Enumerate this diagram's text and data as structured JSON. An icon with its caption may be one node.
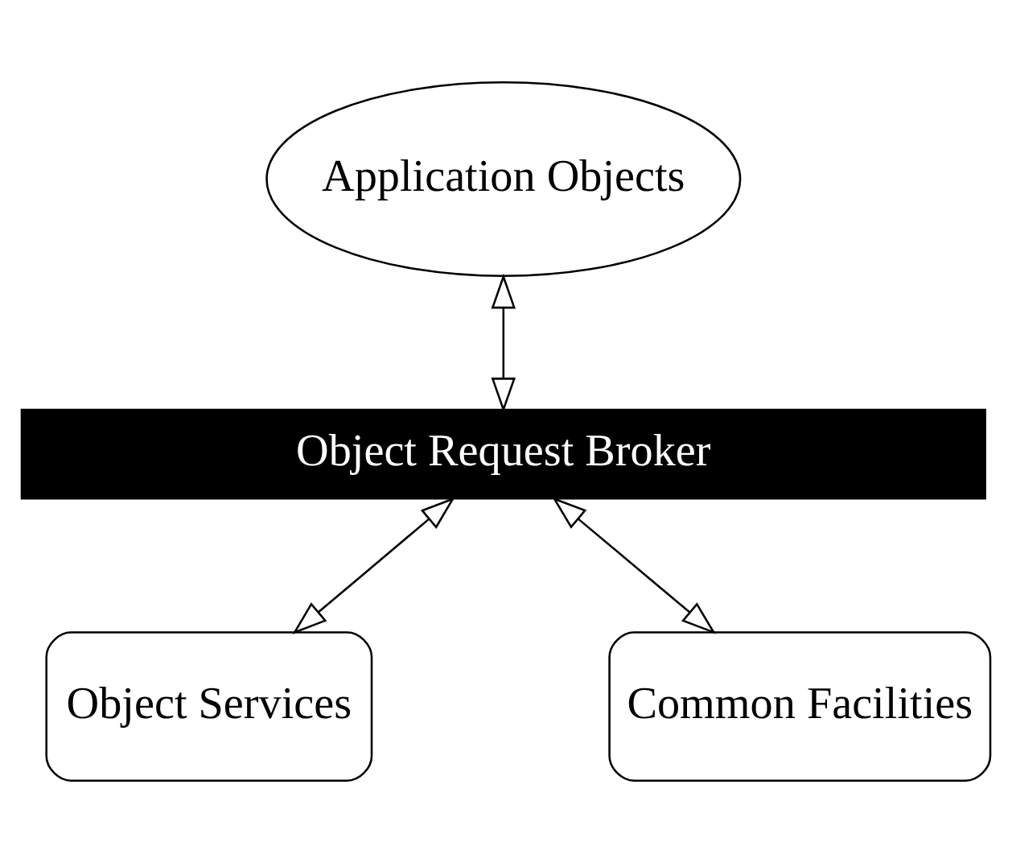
{
  "diagram": {
    "nodes": [
      {
        "text": [
          "Application Objects"
        ]
      },
      {
        "text": [
          "Object Request Broker"
        ]
      },
      {
        "text": [
          "Object Services"
        ]
      },
      {
        "text": [
          "Common Facilities"
        ]
      }
    ],
    "edges": [
      {
        "from": 0,
        "to": 1,
        "arrow": "both"
      },
      {
        "from": 1,
        "to": 2,
        "arrow": "both"
      },
      {
        "from": 1,
        "to": 3,
        "arrow": "both"
      }
    ]
  }
}
